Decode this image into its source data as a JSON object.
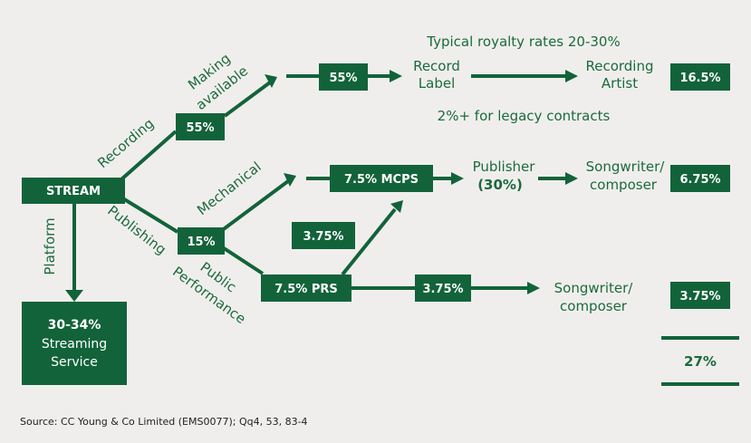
{
  "colors": {
    "accent": "#12633a",
    "background": "#f0eeec",
    "text": "#1a6b3c"
  },
  "nodes": {
    "stream": "STREAM",
    "recording_55": "55%",
    "making_available_55": "55%",
    "publishing_15": "15%",
    "mcps": "7.5% MCPS",
    "prs": "7.5% PRS",
    "prs_to_mcps": "3.75%",
    "prs_to_songwriter": "3.75%",
    "streaming_pct": "30-34%",
    "streaming_line1": "Streaming",
    "streaming_line2": "Service"
  },
  "labels": {
    "platform": "Platform",
    "recording": "Recording",
    "publishing": "Publishing",
    "making_line1": "Making",
    "making_line2": "available",
    "mechanical": "Mechanical",
    "public_line1": "Public",
    "public_line2": "Performance",
    "record_label_line1": "Record",
    "record_label_line2": "Label",
    "recording_artist_line1": "Recording",
    "recording_artist_line2": "Artist",
    "publisher": "Publisher",
    "publisher_pct": "(30%)",
    "songwriter1_line1": "Songwriter/",
    "songwriter1_line2": "composer",
    "songwriter2_line1": "Songwriter/",
    "songwriter2_line2": "composer",
    "royalty_note": "Typical royalty rates 20-30%",
    "legacy_note": "2%+ for legacy contracts"
  },
  "results": {
    "recording_artist": "16.5%",
    "songwriter_mechanical": "6.75%",
    "songwriter_performance": "3.75%",
    "total": "27%"
  },
  "source": "Source: CC Young & Co Limited (EMS0077); Qq4, 53, 83-4"
}
